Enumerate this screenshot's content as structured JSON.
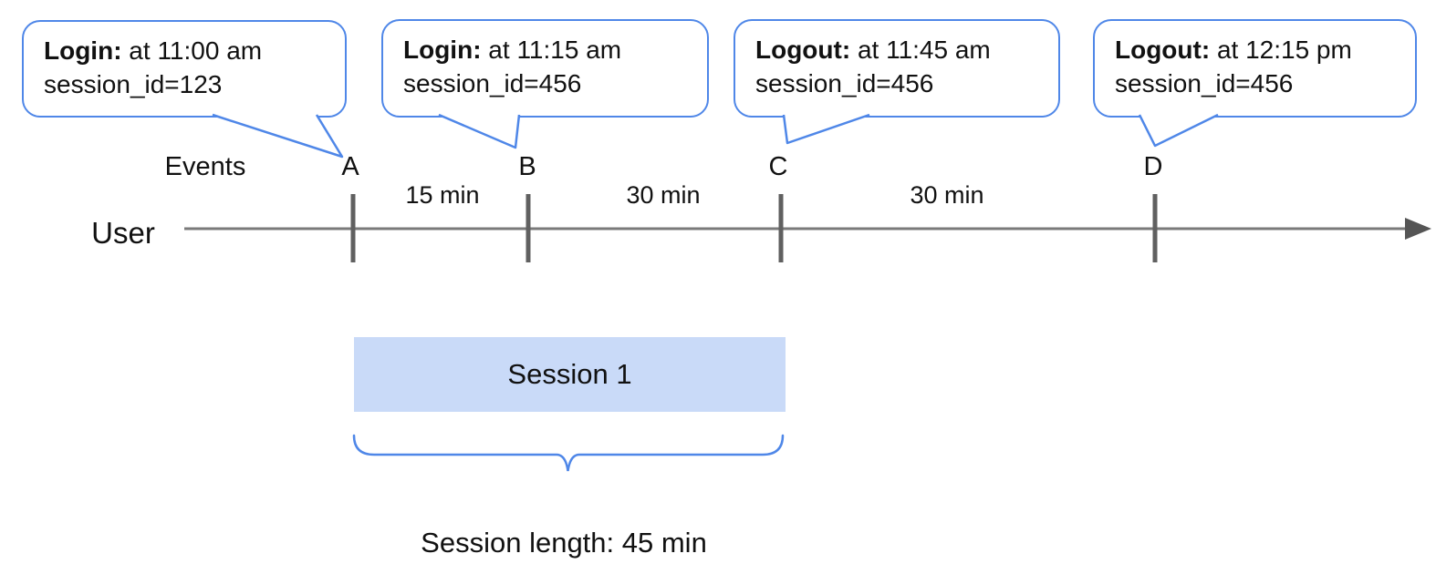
{
  "callouts": [
    {
      "label": "Login:",
      "time": " at 11:00 am",
      "session": "session_id=123",
      "event": "A"
    },
    {
      "label": "Login:",
      "time": " at 11:15 am",
      "session": "session_id=456",
      "event": "B"
    },
    {
      "label": "Logout:",
      "time": " at 11:45 am",
      "session": "session_id=456",
      "event": "C"
    },
    {
      "label": "Logout:",
      "time": " at 12:15 pm",
      "session": "session_id=456",
      "event": "D"
    }
  ],
  "timeline": {
    "axis_label": "Events",
    "user_label": "User",
    "events": [
      "A",
      "B",
      "C",
      "D"
    ],
    "intervals": [
      {
        "from": "A",
        "to": "B",
        "duration": "15 min"
      },
      {
        "from": "B",
        "to": "C",
        "duration": "30 min"
      },
      {
        "from": "C",
        "to": "D",
        "duration": "30 min"
      }
    ]
  },
  "session": {
    "box_label": "Session 1",
    "length_label": "Session length: 45 min"
  },
  "colors": {
    "accent_blue": "#4f87e8",
    "session_fill": "#c9daf8",
    "timeline_gray": "#7a7a7a",
    "tick_gray": "#606060",
    "arrow_gray": "#555555",
    "text": "#111111"
  }
}
